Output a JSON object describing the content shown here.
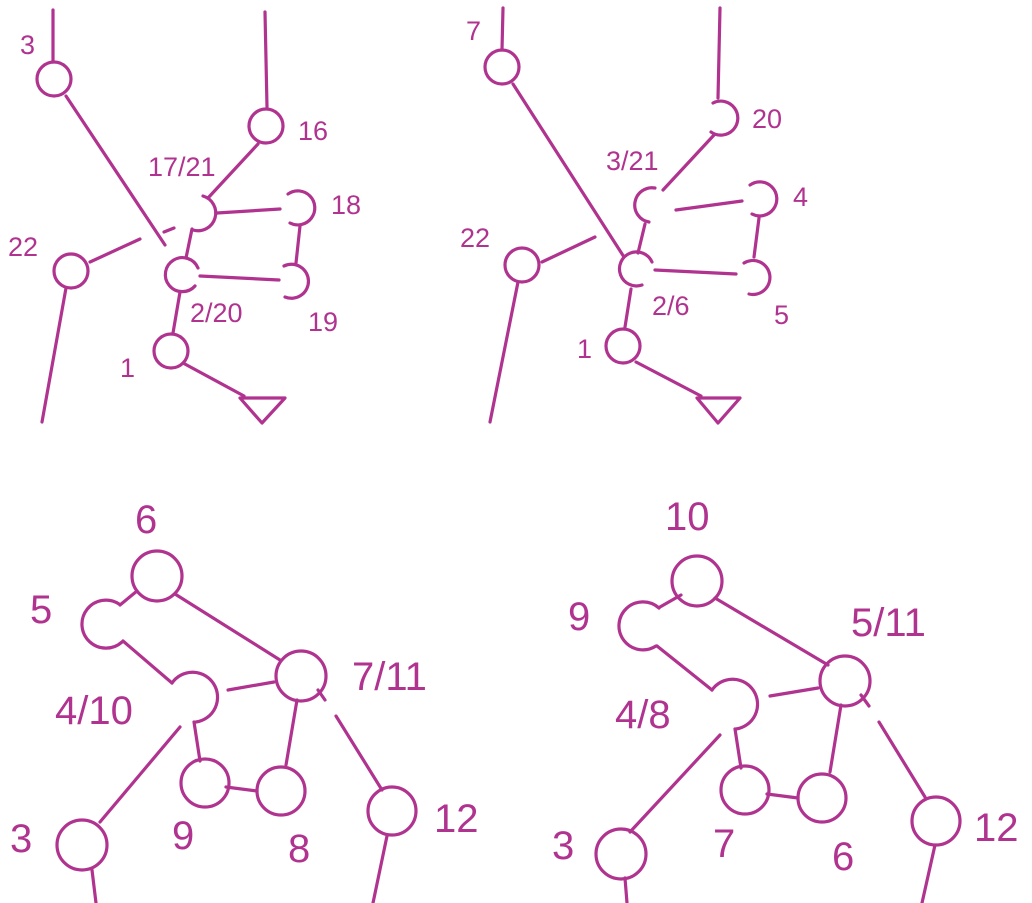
{
  "color": "#b0338f",
  "diagrams": {
    "top_left": {
      "labels": {
        "n3": "3",
        "n16": "16",
        "n17_21": "17/21",
        "n18": "18",
        "n22": "22",
        "n2_20": "2/20",
        "n19": "19",
        "n1": "1"
      }
    },
    "top_right": {
      "labels": {
        "n7": "7",
        "n20": "20",
        "n3_21": "3/21",
        "n4": "4",
        "n22": "22",
        "n2_6": "2/6",
        "n5": "5",
        "n1": "1"
      }
    },
    "bottom_left": {
      "labels": {
        "n6": "6",
        "n5": "5",
        "n4_10": "4/10",
        "n7_11": "7/11",
        "n9": "9",
        "n8": "8",
        "n12": "12",
        "n3": "3"
      }
    },
    "bottom_right": {
      "labels": {
        "n10": "10",
        "n9": "9",
        "n5_11": "5/11",
        "n4_8": "4/8",
        "n7": "7",
        "n6": "6",
        "n12": "12",
        "n3": "3"
      }
    }
  }
}
